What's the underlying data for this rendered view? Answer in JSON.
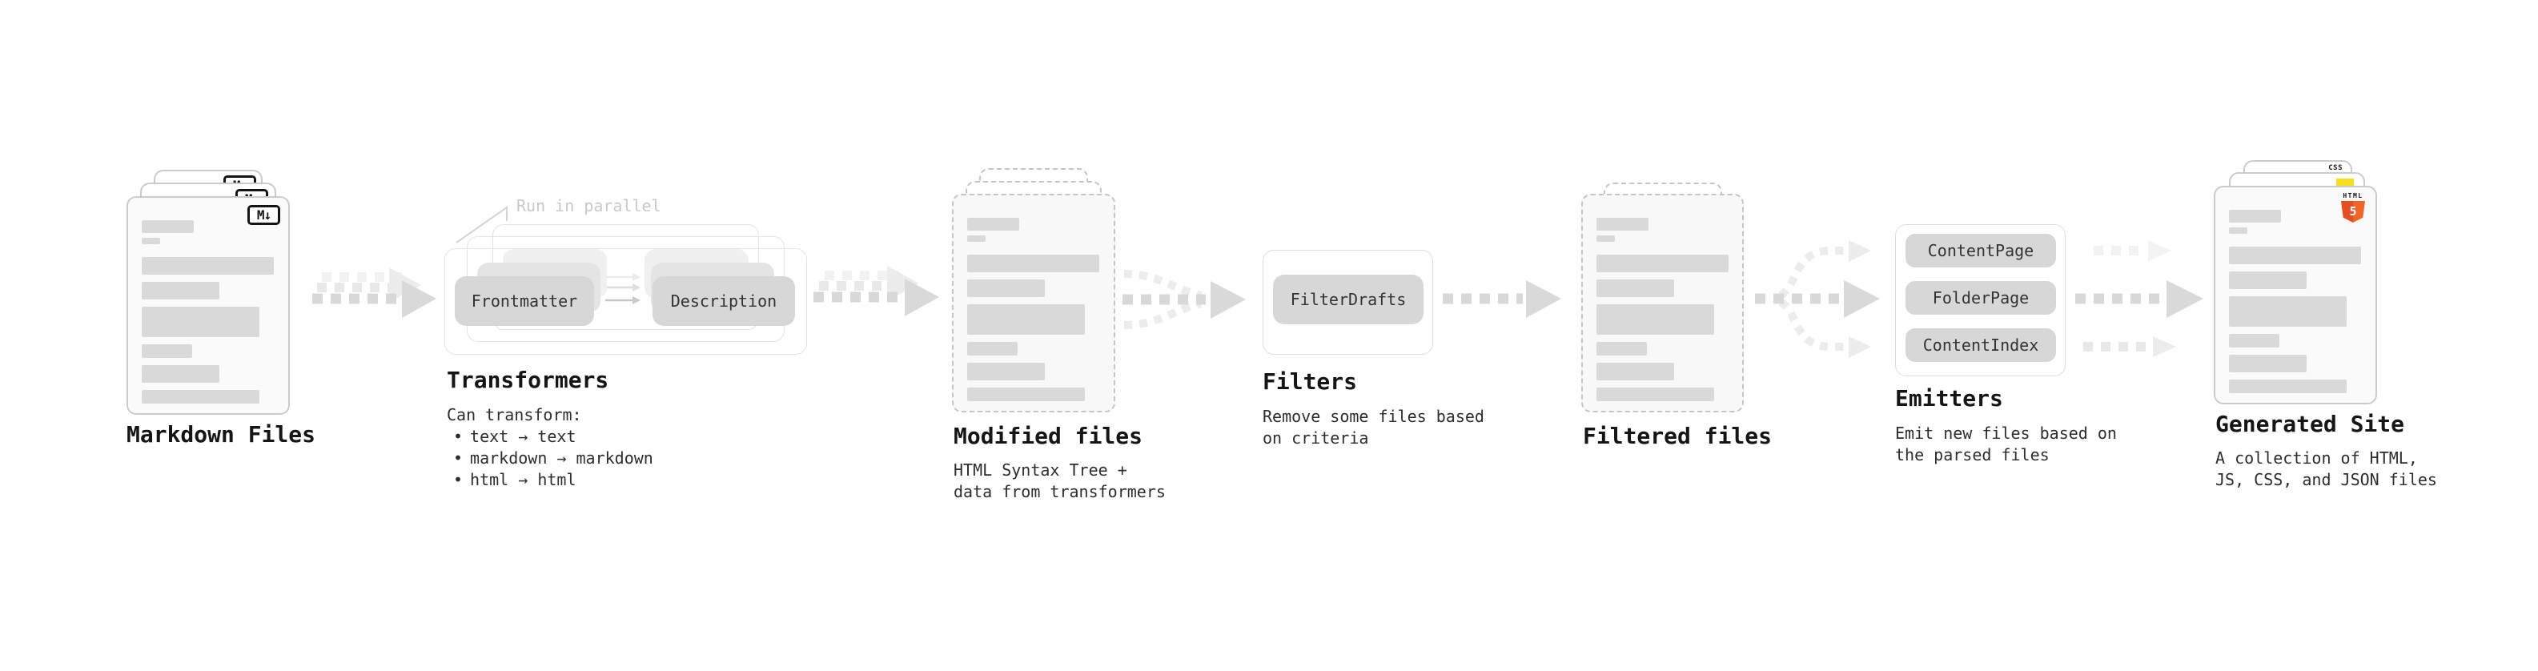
{
  "colors": {
    "html5_orange": "#e44d26",
    "html5_orange_light": "#f16529",
    "js_yellow": "#f7df1e",
    "css_blue": "#2b62e9",
    "pill_gray": "#d7d7d7",
    "bar_gray": "#d9d9d9"
  },
  "nodes": {
    "markdown_files": {
      "label": "Markdown Files",
      "file_badge": "M↓"
    },
    "transformers": {
      "label": "Transformers",
      "annotation": "Run in parallel",
      "steps": [
        "Frontmatter",
        "Description"
      ],
      "can_transform_title": "Can transform:",
      "bullet_marker": "•",
      "bullets": [
        "text → text",
        "markdown → markdown",
        "html → html"
      ]
    },
    "modified_files": {
      "label": "Modified files",
      "description_lines": [
        "HTML Syntax Tree +",
        "data from transformers"
      ]
    },
    "filters": {
      "label": "Filters",
      "button": "FilterDrafts",
      "description_lines": [
        "Remove some files based",
        "on criteria"
      ]
    },
    "filtered_files": {
      "label": "Filtered files"
    },
    "emitters": {
      "label": "Emitters",
      "buttons": [
        "ContentPage",
        "FolderPage",
        "ContentIndex"
      ],
      "description_lines": [
        "Emit new files based on",
        "the parsed files"
      ]
    },
    "generated_site": {
      "label": "Generated Site",
      "css_badge": "CSS",
      "html_badge_label": "HTML",
      "html_badge_number": "5",
      "description_lines": [
        "A collection of HTML,",
        "JS, CSS, and JSON files"
      ]
    }
  }
}
